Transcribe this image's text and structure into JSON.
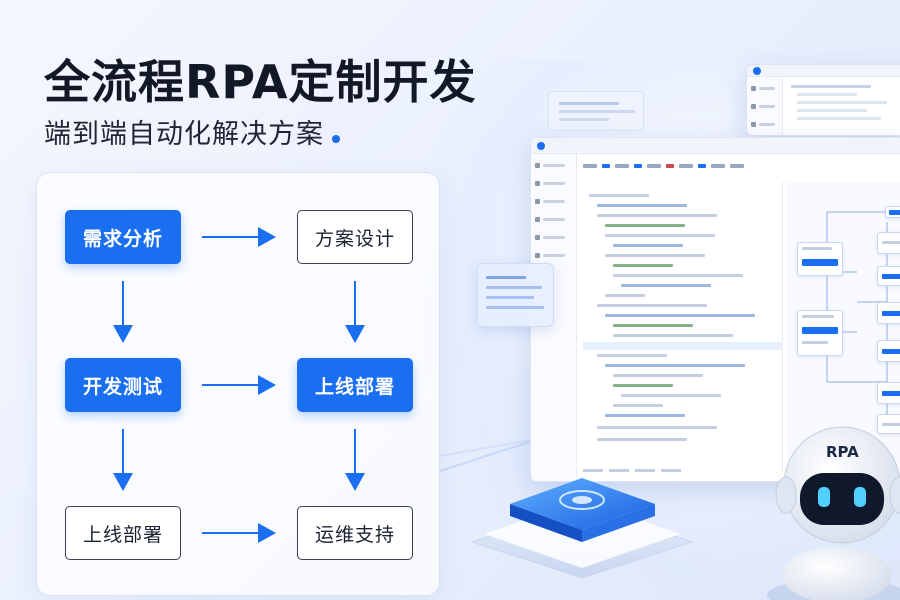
{
  "hero": {
    "title": "全流程RPA定制开发",
    "subtitle": "端到端自动化解决方案"
  },
  "flow": {
    "nodes": {
      "analysis": "需求分析",
      "design": "方案设计",
      "dev_test": "开发测试",
      "deploy_blue": "上线部署",
      "deploy_white": "上线部署",
      "support": "运维支持"
    }
  },
  "robot": {
    "badge": "RPA"
  },
  "colors": {
    "accent": "#1a6ef0",
    "title_text": "#121826",
    "node_white_border": "#3a4150"
  },
  "icons": [
    "arrow-right-icon",
    "arrow-down-icon",
    "rpa-robot-icon",
    "app-logo-icon"
  ]
}
